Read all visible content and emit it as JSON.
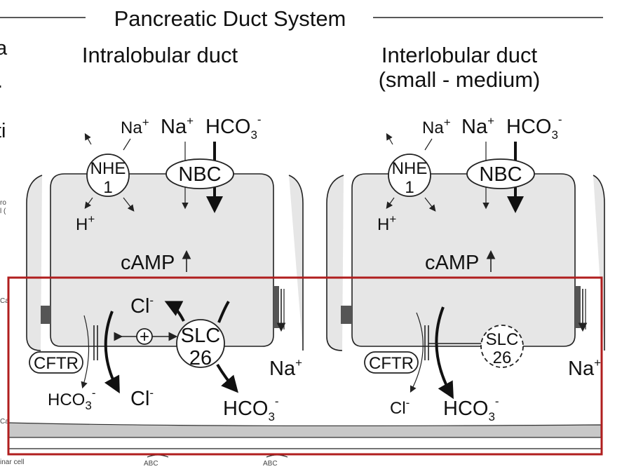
{
  "title": "Pancreatic Duct System",
  "panels": [
    {
      "heading": "Intralobular duct",
      "labels": {
        "na_top_small": "Na",
        "plus1": "+",
        "na_top": "Na",
        "plus2": "+",
        "hco3_top": "HCO",
        "sub3": "3",
        "minus_top": "-",
        "nhe": "NHE",
        "nhe_num": "1",
        "nbc": "NBC",
        "h": "H",
        "h_plus": "+",
        "camp": "cAMP",
        "cl_top": "Cl",
        "cl_top_minus": "-",
        "slc": "SLC",
        "slc_num": "26",
        "cftr": "CFTR",
        "na_right": "Na",
        "na_right_plus": "+",
        "hco3_left": "HCO",
        "hco3_left_sub": "3",
        "hco3_left_minus": "-",
        "cl_bottom": "Cl",
        "cl_bottom_minus": "-",
        "hco3_bottom": "HCO",
        "hco3_bottom_sub": "3",
        "hco3_bottom_minus": "-",
        "stim": "+"
      }
    },
    {
      "heading": "Interlobular duct",
      "subheading": "(small - medium)",
      "labels": {
        "na_top_small": "Na",
        "plus1": "+",
        "na_top": "Na",
        "plus2": "+",
        "hco3_top": "HCO",
        "sub3": "3",
        "minus_top": "-",
        "nhe": "NHE",
        "nhe_num": "1",
        "nbc": "NBC",
        "h": "H",
        "h_plus": "+",
        "camp": "cAMP",
        "slc": "SLC",
        "slc_num": "26",
        "cftr": "CFTR",
        "na_right": "Na",
        "na_right_plus": "+",
        "cl_bottom": "Cl",
        "cl_bottom_minus": "-",
        "hco3_bottom": "HCO",
        "hco3_bottom_sub": "3",
        "hco3_bottom_minus": "-"
      }
    }
  ],
  "left_edge_fragments": {
    "c1": "a",
    "c2": ".",
    "c3": "ti",
    "c4": "ro",
    "c5": "l (",
    "c6": "Ca",
    "c7": "Ca"
  },
  "bottom_fragments": {
    "acinar": "inar cell",
    "b1": "ABC",
    "b2": "ABC"
  },
  "colors": {
    "highlight_box": "#b01e1e",
    "cell_fill": "#e6e6e6"
  }
}
